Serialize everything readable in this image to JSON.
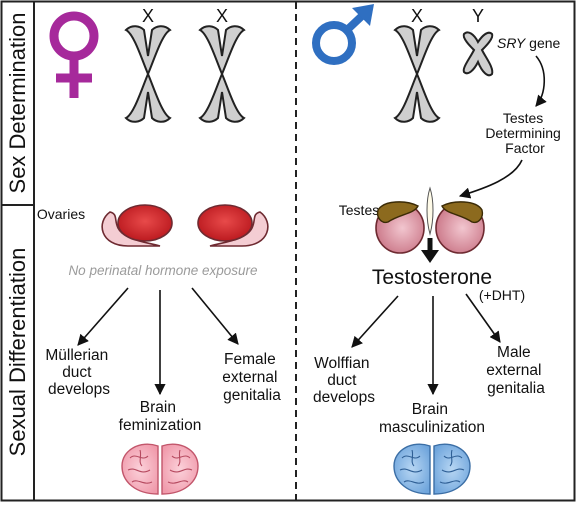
{
  "side_labels": {
    "top": "Sex Determination",
    "bottom": "Sexual Differentiation"
  },
  "female": {
    "symbol": "female-symbol",
    "symbol_color": "#a6299b",
    "chromosomes": [
      "X",
      "X"
    ],
    "gonad_label": "Ovaries",
    "note": "No perinatal hormone exposure",
    "outcomes": [
      [
        "Müllerian",
        "duct",
        "develops"
      ],
      [
        "Brain",
        "feminization"
      ],
      [
        "Female",
        "external",
        "genitalia"
      ]
    ],
    "brain_color": "#f4a6b6"
  },
  "male": {
    "symbol": "male-symbol",
    "symbol_color": "#2f6fc1",
    "chromosomes": [
      "X",
      "Y"
    ],
    "gene_italic": "SRY",
    "gene_rest": " gene",
    "factor": [
      "Testes",
      "Determining",
      "Factor"
    ],
    "gonad_label": "Testes",
    "hormone": "Testosterone",
    "dht": "(+DHT)",
    "outcomes": [
      [
        "Wolffian",
        "duct",
        "develops"
      ],
      [
        "Brain",
        "masculinization"
      ],
      [
        "Male",
        "external",
        "genitalia"
      ]
    ],
    "brain_color": "#7fb1e3"
  }
}
